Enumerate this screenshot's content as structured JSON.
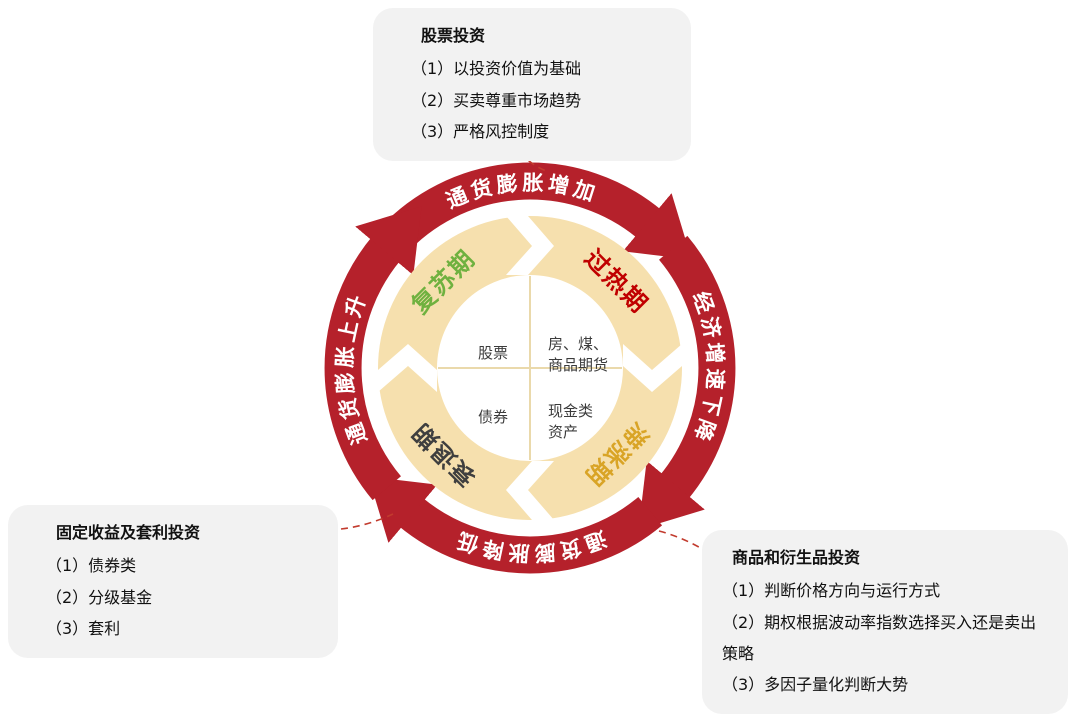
{
  "callouts": {
    "stock": {
      "title": "股票投资",
      "items": [
        "（1）以投资价值为基础",
        "（2）买卖尊重市场趋势",
        "（3）严格风控制度"
      ]
    },
    "fixed_income": {
      "title": "固定收益及套利投资",
      "items": [
        "（1）债券类",
        "（2）分级基金",
        "（3）套利"
      ]
    },
    "commodity": {
      "title": "商品和衍生品投资",
      "items": [
        "（1）判断价格方向与运行方式",
        "（2）期权根据波动率指数选择买入还是卖出策略",
        "（3）多因子量化判断大势"
      ]
    }
  },
  "cycle": {
    "arrows": {
      "top": "通货膨胀增加",
      "right": "经济增速下降",
      "bottom": "通货膨胀降低",
      "left": "通货膨胀上升"
    },
    "phases": {
      "recovery": "复苏期",
      "overheat": "过热期",
      "stagflation": "滞涨期",
      "recession": "衰退期"
    },
    "assets": {
      "stocks": "股票",
      "commodities": "房、煤、商品期货",
      "bonds": "债券",
      "cash": "现金类资产"
    }
  },
  "colors": {
    "arc_red": "#b5212b",
    "ring_tan": "#f6e0ae",
    "recovery_green": "#6fb13f",
    "overheat_red": "#c00000",
    "stagflation_gold": "#d9a426",
    "recession_dark": "#3f3f3f",
    "callout_bg": "#f2f2f2",
    "connector_red": "#c23b2e"
  }
}
